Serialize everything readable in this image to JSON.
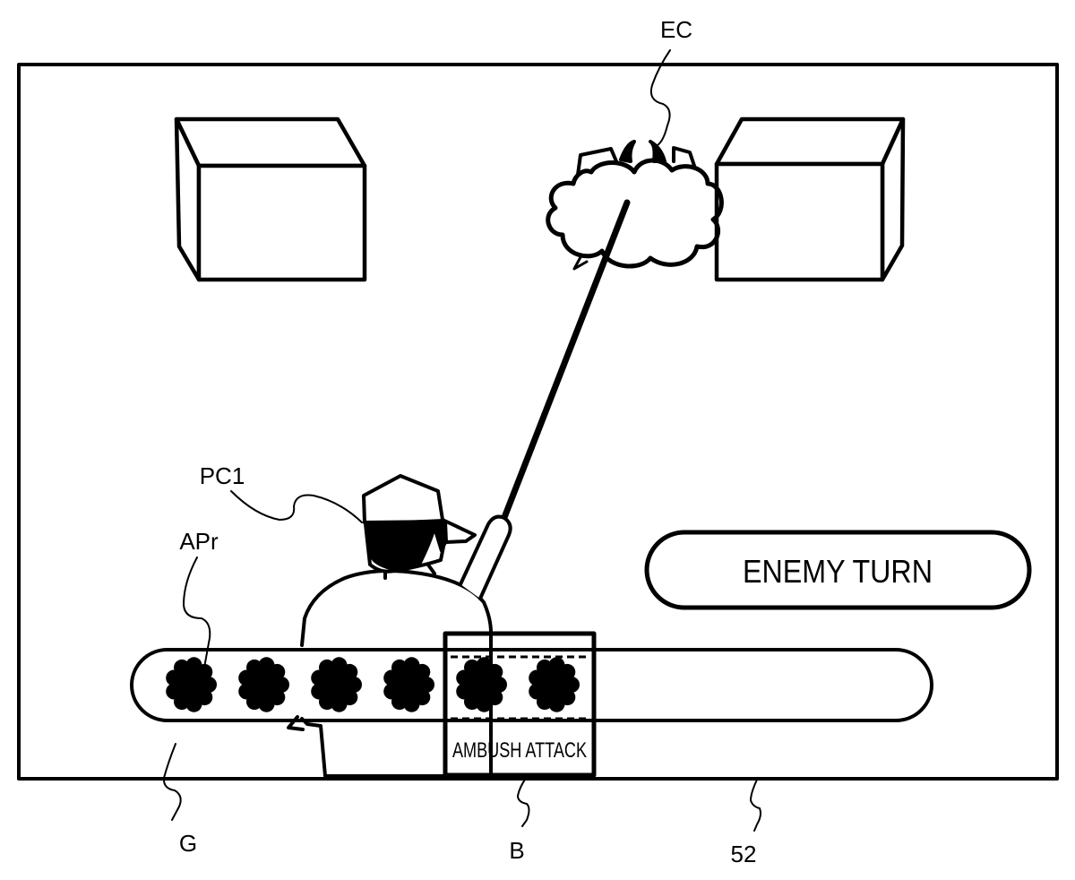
{
  "figure": {
    "reference_labels": {
      "enemy_character": "EC",
      "player_character": "PC1",
      "action_point_remaining": "APr",
      "gauge": "G",
      "ambush_box": "B",
      "screen": "52"
    }
  },
  "screen": {
    "turn_banner": {
      "label": "ENEMY TURN"
    },
    "gauge": {
      "orb_count": 6,
      "orb_color": "#000000",
      "fill_fraction": 0.6
    },
    "ambush_box": {
      "label": "AMBUSH ATTACK",
      "orbs_inside": 2
    }
  },
  "colors": {
    "ink": "#000000",
    "background": "#ffffff"
  }
}
